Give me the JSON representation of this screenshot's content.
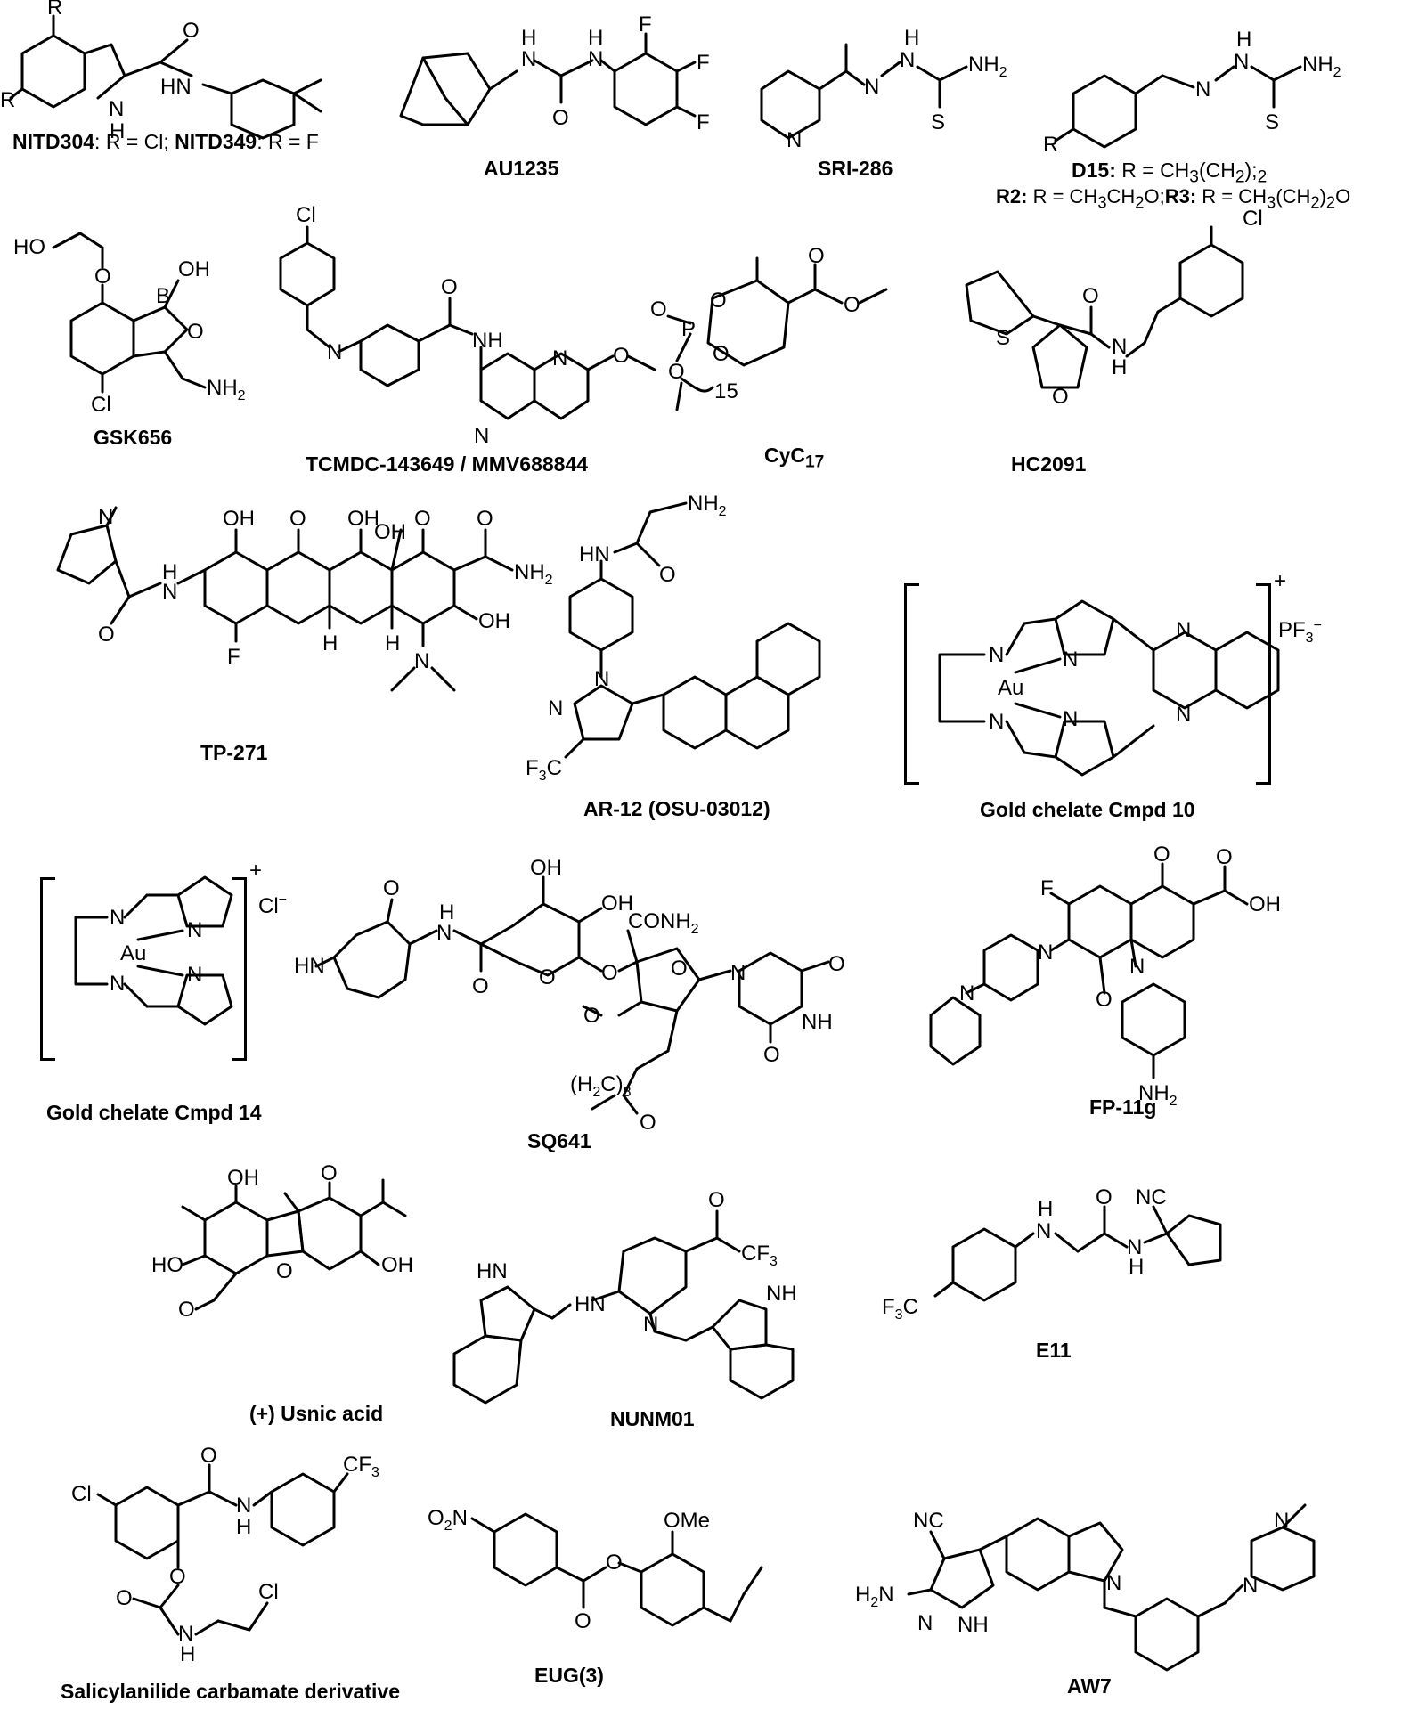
{
  "compounds": [
    {
      "name": "NITD304",
      "sep": ": R = Cl; ",
      "name2": "NITD349",
      "suffix": ": R = F"
    },
    {
      "name": "AU1235"
    },
    {
      "name": "SRI-286"
    },
    {
      "name": "D15:",
      "text1": " R = CH",
      "text2": "(CH",
      "text3": ");",
      "sub1": "3",
      "sub2": "2",
      "sub3": "2"
    },
    {
      "name": "R2:",
      "text1": " R = CH",
      "sub1": "3",
      "text2": "CH",
      "sub2": "2",
      "text3": "O;",
      "name2": "R3:",
      "text4": " R = CH",
      "sub4": "3",
      "text5": "(CH",
      "sub5": "2",
      "text6": ")",
      "sub6": "2",
      "text7": "O"
    },
    {
      "name": "GSK656"
    },
    {
      "name": "TCMDC-143649 / MMV688844"
    },
    {
      "name": "CyC",
      "sub": "17"
    },
    {
      "name": "HC2091"
    },
    {
      "name": "TP-271"
    },
    {
      "name": "AR-12 (OSU-03012)"
    },
    {
      "name": "Gold chelate Cmpd 10"
    },
    {
      "name": "Gold chelate Cmpd 14"
    },
    {
      "name": "SQ641"
    },
    {
      "name": "FP-11g"
    },
    {
      "name": "(+) Usnic acid"
    },
    {
      "name": "NUNM01"
    },
    {
      "name": "E11"
    },
    {
      "name": "Salicylanilide carbamate derivative"
    },
    {
      "name": "EUG(3)"
    },
    {
      "name": "AW7"
    }
  ],
  "atoms": {
    "R": "R",
    "O": "O",
    "H": "H",
    "N": "N",
    "HN": "HN",
    "NH": "NH",
    "NH2": "NH",
    "F": "F",
    "S": "S",
    "Cl": "Cl",
    "B": "B",
    "OH": "OH",
    "HO": "HO",
    "P": "P",
    "Au": "Au",
    "C": "C",
    "sub2": "2",
    "sub3": "3",
    "sub15": "15",
    "sub8": "8",
    "plus": "+",
    "PF6": "PF",
    "minus": "−",
    "CONH2": "CONH",
    "CF3": "CF",
    "F3C": "F",
    "NC": "NC",
    "O2N": "O",
    "OMe": "OMe",
    "H2N": "H",
    "H2C": "(H",
    "H2Cb": "C)"
  }
}
